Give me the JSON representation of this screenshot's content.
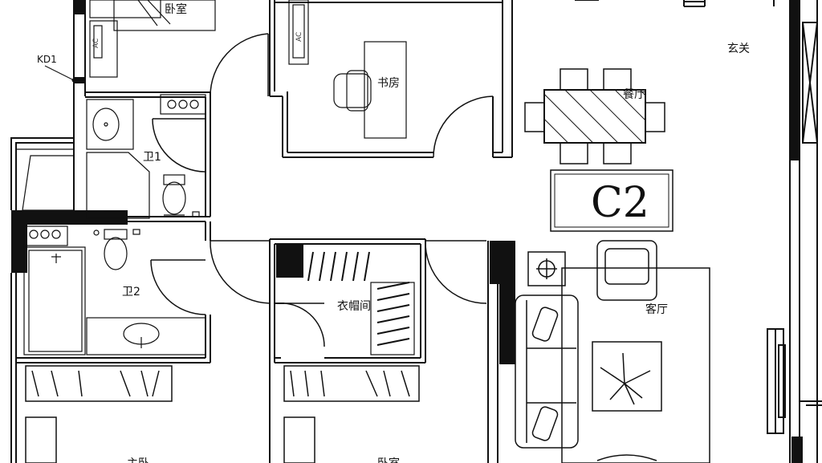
{
  "plan_code": "C2",
  "annotations": {
    "kd1": "KD1",
    "ac": "AC"
  },
  "rooms": {
    "bedroom_top": "卧室",
    "study": "书房",
    "dining": "餐厅",
    "foyer": "玄关",
    "bath1": "卫1",
    "bath2": "卫2",
    "closet": "衣帽间",
    "living": "客厅",
    "master_bedroom": "主卧",
    "bedroom_bottom": "卧室"
  }
}
